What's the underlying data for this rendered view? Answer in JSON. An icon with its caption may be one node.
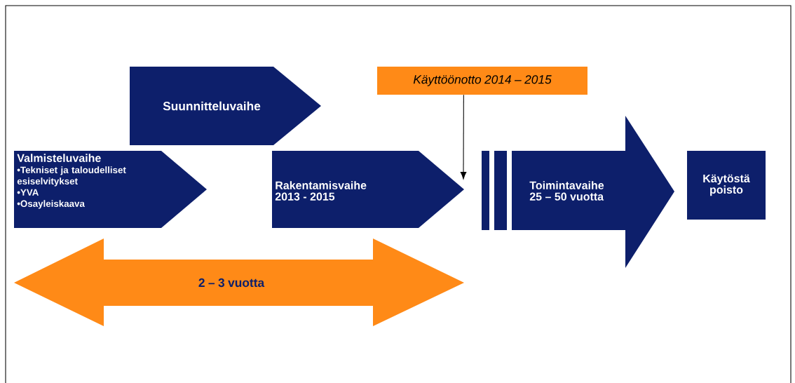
{
  "diagram": {
    "nodes": [
      {
        "text": [
          "Valmisteluvaihe",
          "•Tekniset ja taloudelliset esiselvitykset",
          "•YVA",
          "•Osayleiskaava"
        ]
      },
      {
        "text": [
          "Suunnitteluvaihe"
        ]
      },
      {
        "text": [
          "Rakentamisvaihe 2013 - 2015"
        ]
      },
      {
        "text": [
          "Käyttöönotto 2014 – 2015"
        ]
      },
      {
        "text": [
          "Toimintavaihe 25 – 50 vuotta"
        ]
      },
      {
        "text": [
          "Käytöstä poisto"
        ]
      },
      {
        "text": [
          "2 – 3 vuotta"
        ]
      }
    ],
    "edges": [
      {
        "from": 3,
        "to": 2,
        "arrow": "to"
      }
    ]
  }
}
